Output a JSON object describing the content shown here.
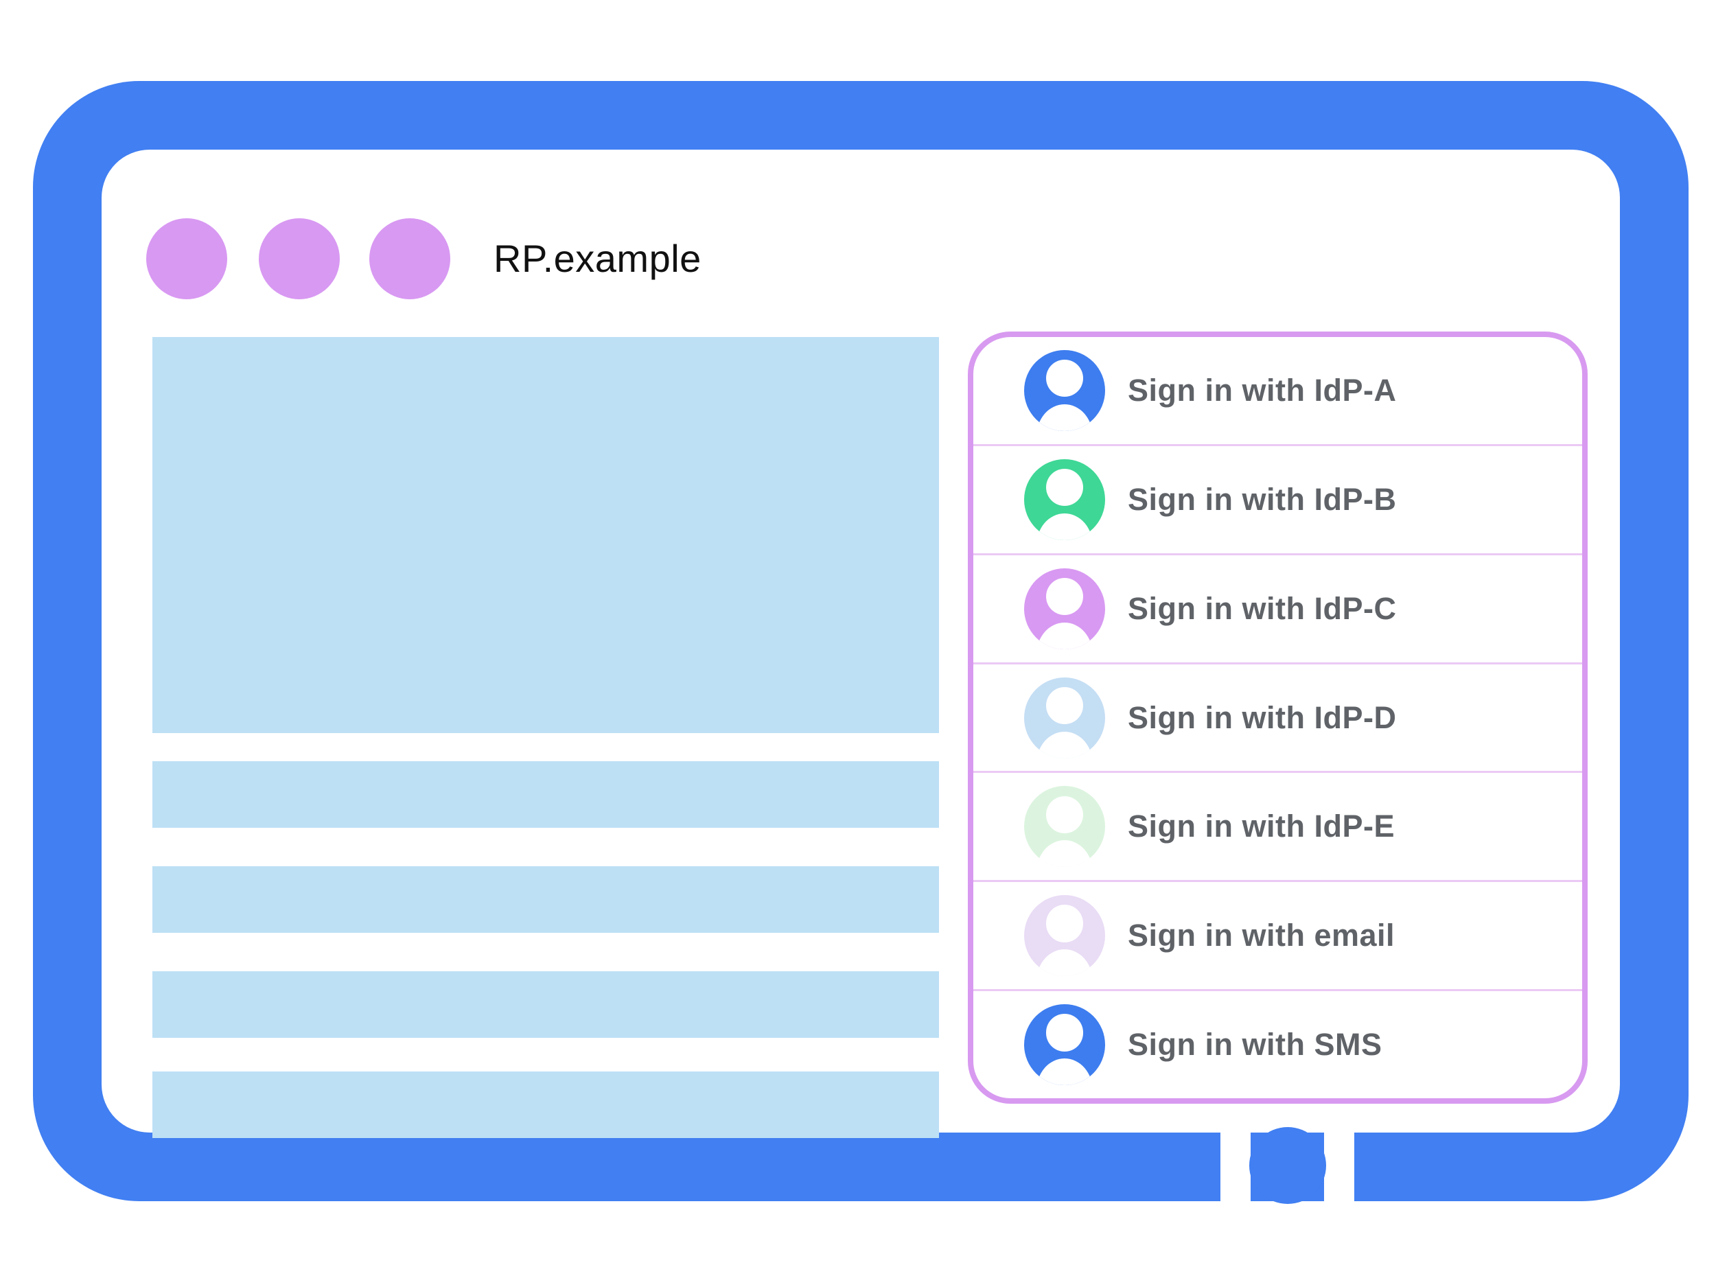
{
  "palette": {
    "frame_blue": "#417FF2",
    "content_placeholder_blue": "#BDE0F5",
    "window_dot_purple": "#D899F2",
    "panel_border_purple": "#D89AF0",
    "panel_divider_purple": "#EBC9F5",
    "row_text_gray": "#5F6368",
    "title_black": "#111111"
  },
  "header": {
    "site_title": "RP.example"
  },
  "signin_panel": {
    "items": [
      {
        "label": "Sign in with IdP-A",
        "avatar_color": "#3D7DEF"
      },
      {
        "label": "Sign in with IdP-B",
        "avatar_color": "#3ED796"
      },
      {
        "label": "Sign in with IdP-C",
        "avatar_color": "#D899F2"
      },
      {
        "label": "Sign in with IdP-D",
        "avatar_color": "#C4DEF4"
      },
      {
        "label": "Sign in with IdP-E",
        "avatar_color": "#DCF4DF"
      },
      {
        "label": "Sign in with email",
        "avatar_color": "#E9DCF5"
      },
      {
        "label": "Sign in with SMS",
        "avatar_color": "#3D7DEF"
      }
    ]
  }
}
